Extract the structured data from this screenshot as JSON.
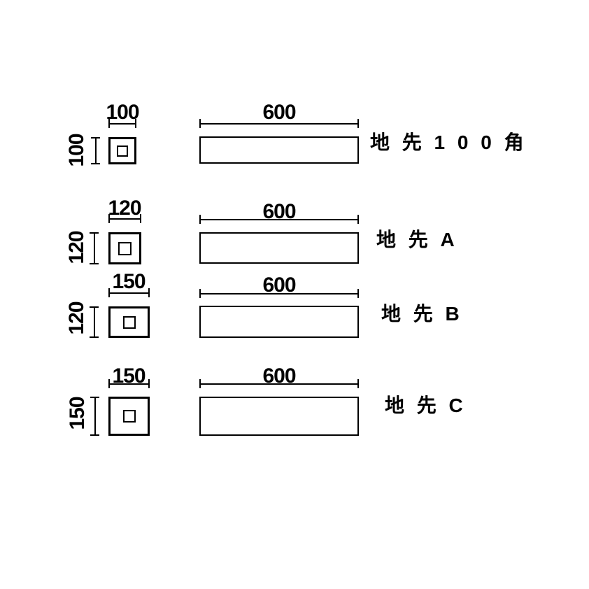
{
  "drawing": {
    "rows": [
      {
        "name": "地 先 1 0 0 角",
        "section_width": "100",
        "section_height": "100",
        "length": "600"
      },
      {
        "name": "地 先 A",
        "section_width": "120",
        "section_height": "120",
        "length": "600"
      },
      {
        "name": "地 先 B",
        "section_width": "150",
        "section_height": "120",
        "length": "600"
      },
      {
        "name": "地 先 C",
        "section_width": "150",
        "section_height": "150",
        "length": "600"
      }
    ],
    "colors": {
      "line": "#000000",
      "background": "#ffffff"
    }
  }
}
